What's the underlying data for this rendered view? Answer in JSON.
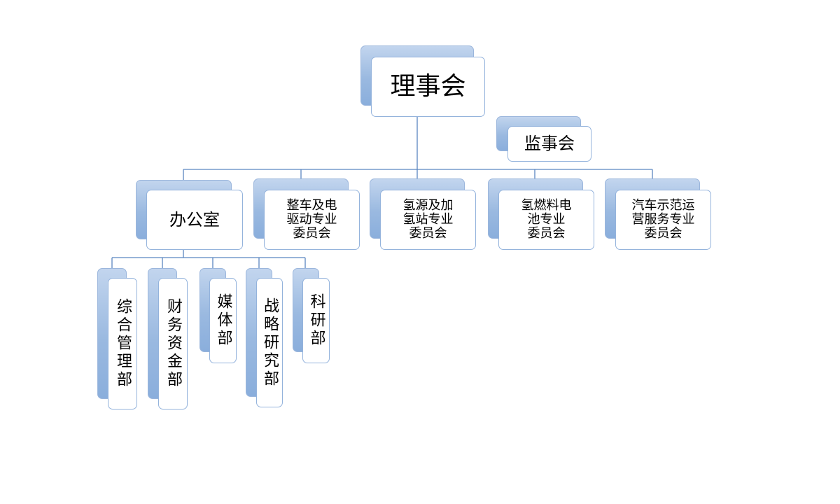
{
  "chart": {
    "root": {
      "label": "理事会"
    },
    "supervisors": {
      "label": "监事会"
    },
    "committees": [
      {
        "label": "办公室"
      },
      {
        "label": "整车及电\n驱动专业\n委员会"
      },
      {
        "label": "氢源及加\n氢站专业\n委员会"
      },
      {
        "label": "氢燃料电\n池专业\n委员会"
      },
      {
        "label": "汽车示范运\n营服务专业\n委员会"
      }
    ],
    "departments": [
      {
        "label": "综合管理部"
      },
      {
        "label": "财务资金部"
      },
      {
        "label": "媒体部"
      },
      {
        "label": "战略研究部"
      },
      {
        "label": "科研部"
      }
    ]
  },
  "colors": {
    "connector": "#5a86c0",
    "box_border": "#94b3dc",
    "back_fill": "#9ab9e0"
  }
}
